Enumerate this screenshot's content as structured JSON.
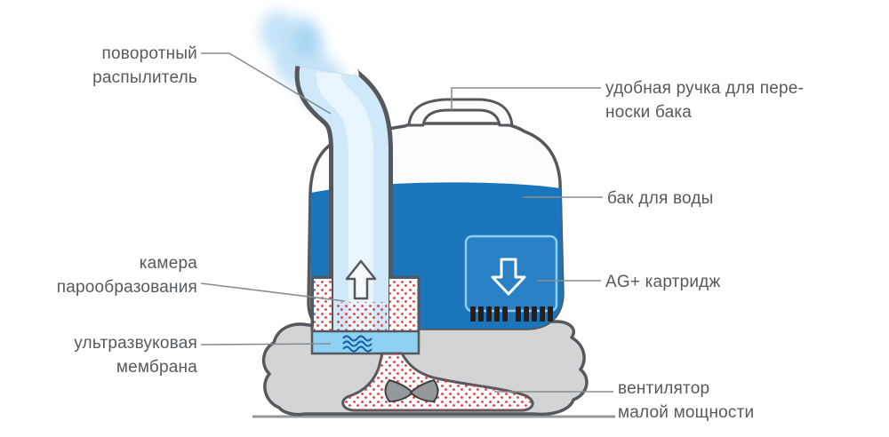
{
  "diagram": {
    "type": "humidifier-cutaway",
    "labels": {
      "sprayer": {
        "lines": [
          "поворотный",
          "распылитель"
        ]
      },
      "handle": {
        "lines": [
          "удобная ручка для пере-",
          "носки бака"
        ]
      },
      "tank": {
        "lines": [
          "бак для воды"
        ]
      },
      "cartridge": {
        "lines": [
          "AG+ картридж"
        ]
      },
      "chamber": {
        "lines": [
          "камера",
          "парообразования"
        ]
      },
      "membrane": {
        "lines": [
          "ультразвуковая",
          "мембрана"
        ]
      },
      "fan": {
        "lines": [
          "вентилятор",
          "малой мощности"
        ]
      }
    },
    "colors": {
      "tank_blue": "#1b75bb",
      "cartridge_blue": "#2a80c4",
      "mist_blue": "#cfe9fa",
      "mist_core": "#e9f5fd",
      "steam_blue": "#bfe0f7",
      "water_blue": "#8ed1f3",
      "dot_red": "#e03a3e",
      "base_gray": "#d2d4d6",
      "outline_gray": "#55585c",
      "leader_gray": "#8a8d90"
    }
  }
}
